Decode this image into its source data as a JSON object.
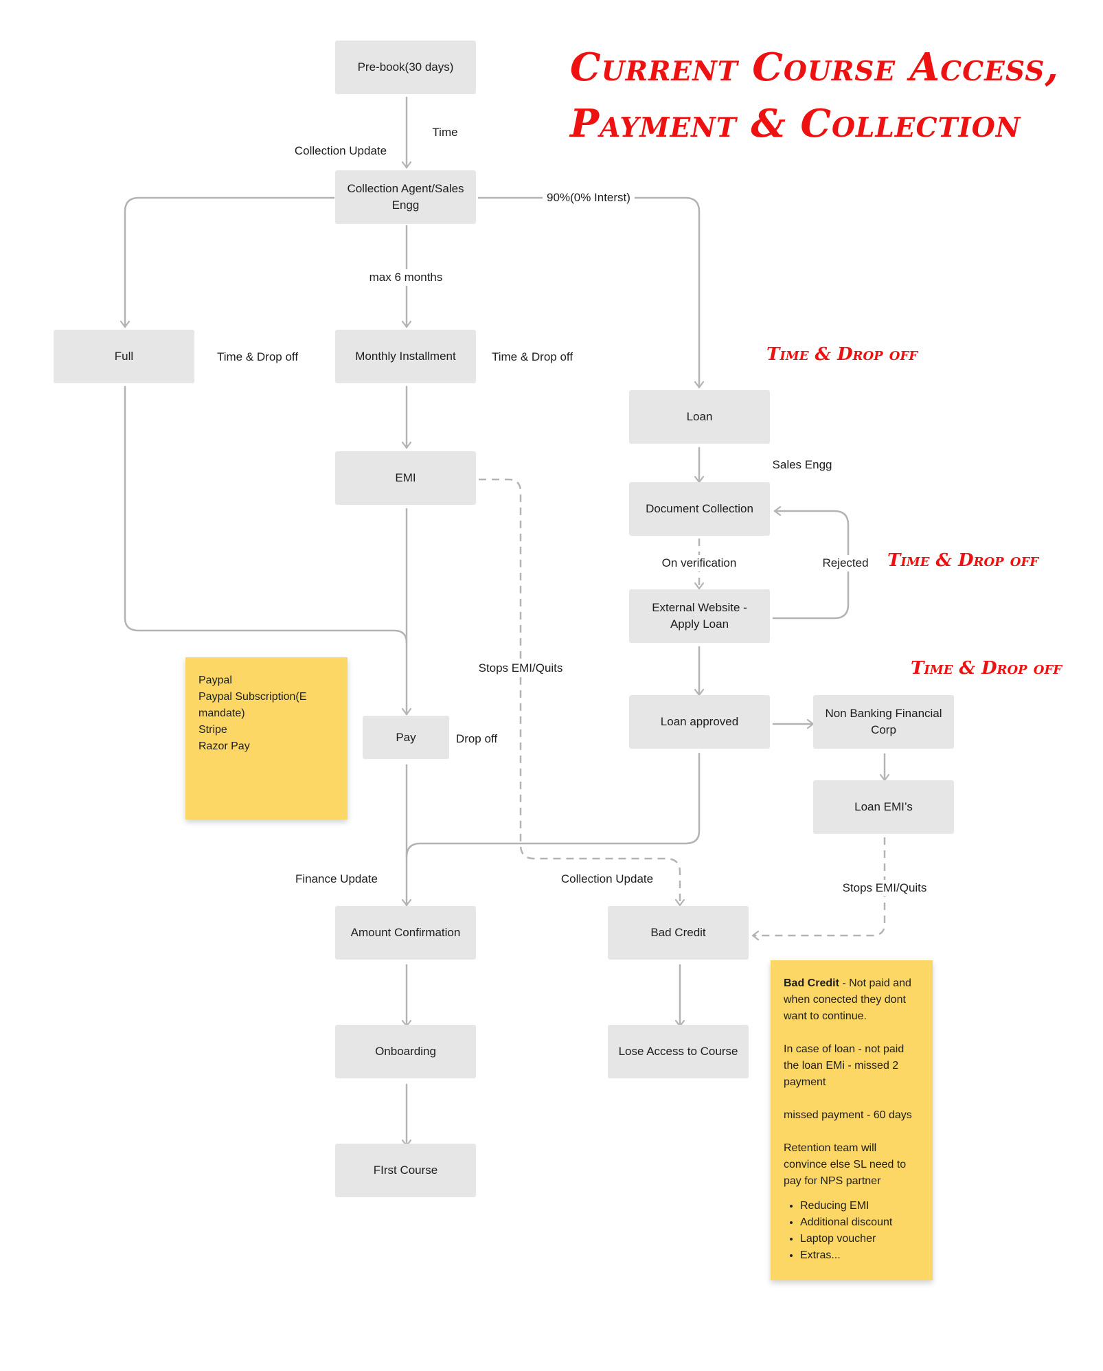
{
  "title": {
    "line1": "Current Course Access,",
    "line2": "Payment & Collection"
  },
  "nodes": {
    "prebook": "Pre-book(30 days)",
    "collection_agent": "Collection Agent/Sales Engg",
    "full": "Full",
    "monthly_installment": "Monthly Installment",
    "emi": "EMI",
    "pay": "Pay",
    "amount_confirmation": "Amount Confirmation",
    "onboarding": "Onboarding",
    "first_course": "FIrst Course",
    "loan": "Loan",
    "document_collection": "Document Collection",
    "external_website": "External Website - Apply Loan",
    "loan_approved": "Loan approved",
    "nbfc": "Non Banking Financial Corp",
    "loan_emis": "Loan EMI’s",
    "bad_credit": "Bad Credit",
    "lose_access": "Lose Access to Course"
  },
  "labels": {
    "time": "Time",
    "collection_update_top": "Collection Update",
    "interest": "90%(0% Interst)",
    "max_months": "max 6 months",
    "time_drop_full": "Time & Drop off",
    "time_drop_monthly": "Time & Drop off",
    "sales_engg": "Sales Engg",
    "on_verification": "On verification",
    "rejected": "Rejected",
    "stops_emi_left": "Stops EMI/Quits",
    "drop_off": "Drop off",
    "finance_update": "Finance Update",
    "collection_update_bottom": "Collection Update",
    "stops_emi_right": "Stops EMI/Quits"
  },
  "red_notes": {
    "loan": "Time & Drop off",
    "verification": "Time & Drop off",
    "nbfc": "Time & Drop off"
  },
  "sticky_payments": {
    "items": [
      "Paypal",
      "Paypal Subscription(E mandate)",
      "Stripe",
      "Razor Pay"
    ]
  },
  "sticky_bad_credit": {
    "heading": "Bad Credit",
    "heading_rest": " -  Not paid and when conected they dont want to continue.",
    "loan_case": "In case of loan - not paid the loan EMi - missed 2 payment",
    "missed": "missed payment - 60 days",
    "retention": "Retention team will convince else SL need to pay for NPS partner",
    "bullets": [
      "Reducing EMI",
      "Additional discount",
      "Laptop voucher",
      "Extras..."
    ]
  },
  "colors": {
    "node_fill": "#e6e6e6",
    "connector": "#b3b3b3",
    "sticky": "#fcd766",
    "accent_red": "#ee1111"
  }
}
